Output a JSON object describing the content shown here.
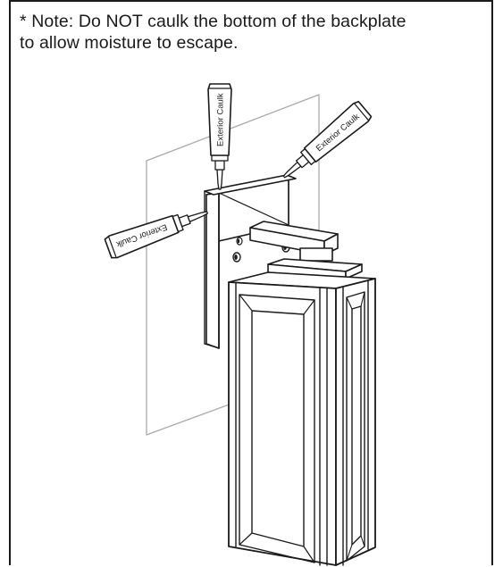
{
  "note": {
    "line1": "* Note: Do NOT caulk the bottom of the backplate",
    "line2": "to allow moisture to escape."
  },
  "caulk_tubes": [
    {
      "label": "Exterior Caulk"
    },
    {
      "label": "Exterior Caulk"
    },
    {
      "label": "Exterior Caulk"
    }
  ]
}
